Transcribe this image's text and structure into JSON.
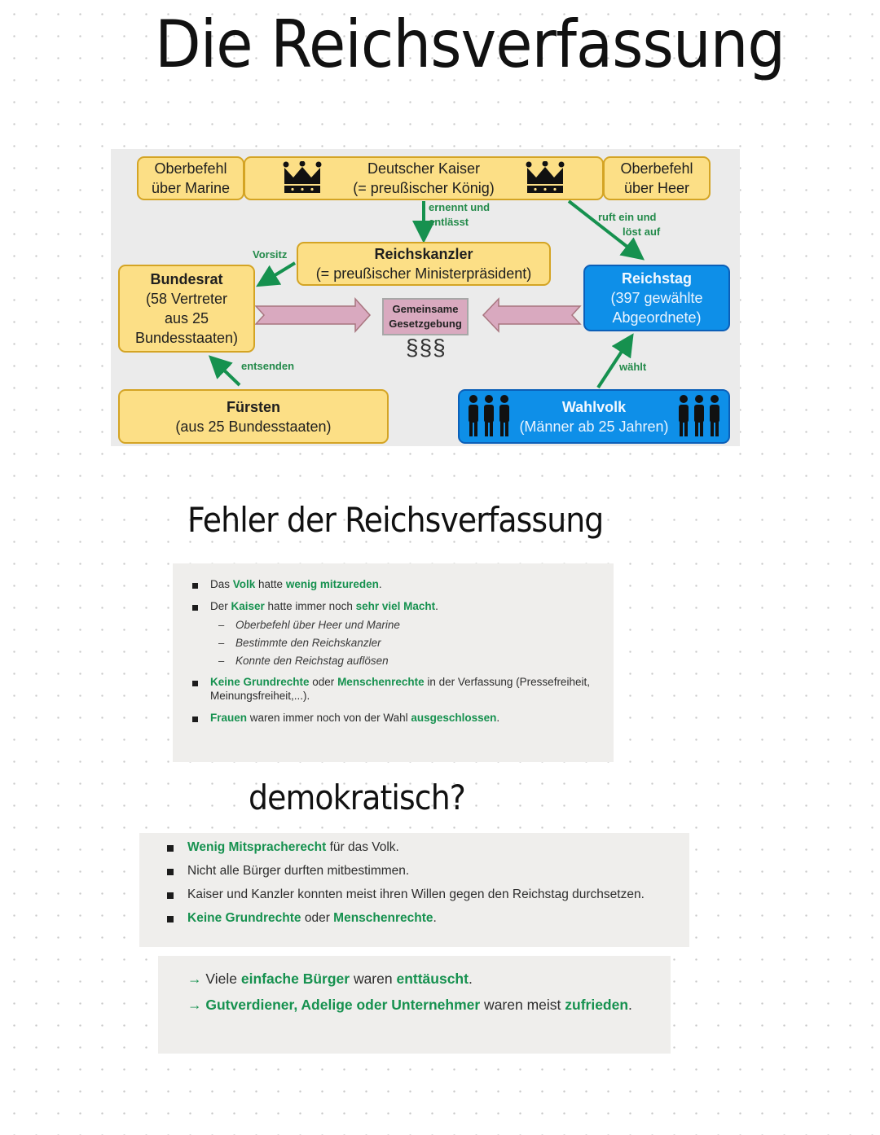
{
  "title": "Die Reichsverfassung",
  "diagram": {
    "kaiser": {
      "title": "Deutscher Kaiser",
      "sub": "(= preußischer König)"
    },
    "marine": {
      "line1": "Oberbefehl",
      "line2": "über Marine"
    },
    "heer": {
      "line1": "Oberbefehl",
      "line2": "über Heer"
    },
    "kanzler": {
      "title": "Reichskanzler",
      "sub": "(= preußischer Ministerpräsident)"
    },
    "bundesrat": {
      "title": "Bundesrat",
      "line1": "(58 Vertreter",
      "line2": "aus 25",
      "line3": "Bundesstaaten)"
    },
    "reichstag": {
      "title": "Reichstag",
      "line1": "(397 gewählte",
      "line2": "Abgeordnete)"
    },
    "fuersten": {
      "title": "Fürsten",
      "sub": "(aus 25 Bundesstaaten)"
    },
    "wahlvolk": {
      "title": "Wahlvolk",
      "sub": "(Männer ab 25 Jahren)"
    },
    "gesetzgebung": {
      "line1": "Gemeinsame",
      "line2": "Gesetzgebung",
      "symbol": "§§§"
    },
    "labels": {
      "ernennt1": "ernennt und",
      "ernennt2": "entlässt",
      "ruft1": "ruft ein und",
      "ruft2": "löst auf",
      "vorsitz": "Vorsitz",
      "entsenden": "entsenden",
      "waehlt": "wählt"
    },
    "colors": {
      "yellow": "#fcdf86",
      "blue": "#0e8fe8",
      "green": "#16914f",
      "pink": "#d9a9bf"
    }
  },
  "fehler": {
    "heading": "Fehler der Reichsverfassung",
    "b1": {
      "t1": "Das ",
      "g1": "Volk",
      "t2": " hatte ",
      "g2": "wenig mitzureden",
      "t3": "."
    },
    "b2": {
      "t1": "Der ",
      "g1": "Kaiser",
      "t2": " hatte immer noch ",
      "g2": "sehr viel Macht",
      "t3": "."
    },
    "subs": [
      "Oberbefehl über Heer und Marine",
      "Bestimmte den Reichskanzler",
      "Konnte den Reichstag auflösen"
    ],
    "b3": {
      "g1": "Keine Grundrechte",
      "t1": " oder ",
      "g2": "Menschenrechte",
      "t2": " in der Verfassung (Pressefreiheit,",
      "line2": "Meinungsfreiheit,...)."
    },
    "b4": {
      "g1": "Frauen",
      "t1": " waren immer noch von der Wahl ",
      "g2": "ausgeschlossen",
      "t2": "."
    }
  },
  "demokratisch": {
    "heading": "demokratisch?",
    "b1": {
      "g1": "Wenig Mitspracherecht",
      "t1": " für das Volk."
    },
    "b2": "Nicht alle Bürger durften mitbestimmen.",
    "b3": "Kaiser und Kanzler konnten meist ihren Willen gegen den Reichstag durchsetzen.",
    "b4": {
      "g1": "Keine Grundrechte",
      "t1": " oder ",
      "g2": "Menschenrechte",
      "t2": "."
    }
  },
  "fazit": {
    "arrow": "→",
    "r1": {
      "t1": "Viele ",
      "g1": "einfache Bürger",
      "t2": " waren ",
      "g2": "enttäuscht",
      "t3": "."
    },
    "r2": {
      "g1": "Gutverdiener, Adelige oder Unternehmer",
      "t1": " waren meist ",
      "g2": "zufrieden",
      "t2": "."
    }
  }
}
